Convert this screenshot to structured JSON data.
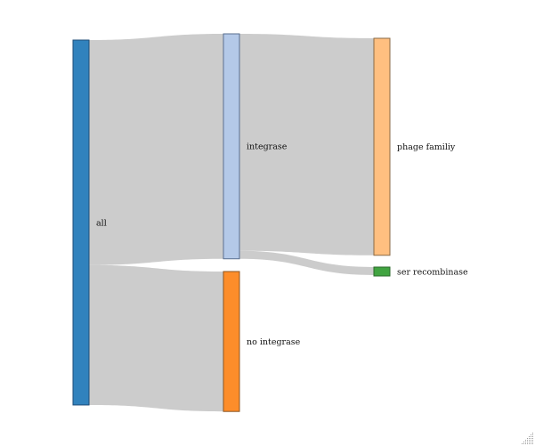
{
  "chart_data": {
    "type": "sankey",
    "title": "",
    "nodes": [
      {
        "id": "all",
        "label": "all",
        "column": 0,
        "color": "#3182bd",
        "stroke": "#1f4e79"
      },
      {
        "id": "integrase",
        "label": "integrase",
        "column": 1,
        "color": "#b4c9e8",
        "stroke": "#5a6f8f"
      },
      {
        "id": "no_integrase",
        "label": "no integrase",
        "column": 1,
        "color": "#fd8d2a",
        "stroke": "#8a5523"
      },
      {
        "id": "phage_family",
        "label": "phage familiy",
        "column": 2,
        "color": "#ffbf80",
        "stroke": "#8a6a45"
      },
      {
        "id": "ser_recombinase",
        "label": "ser recombinase",
        "column": 2,
        "color": "#41a441",
        "stroke": "#2a6a2a"
      }
    ],
    "links": [
      {
        "source": "all",
        "target": "integrase",
        "value": 254
      },
      {
        "source": "all",
        "target": "no_integrase",
        "value": 158
      },
      {
        "source": "integrase",
        "target": "phage_family",
        "value": 245
      },
      {
        "source": "integrase",
        "target": "ser_recombinase",
        "value": 9
      }
    ],
    "link_color": "#cccccc"
  }
}
